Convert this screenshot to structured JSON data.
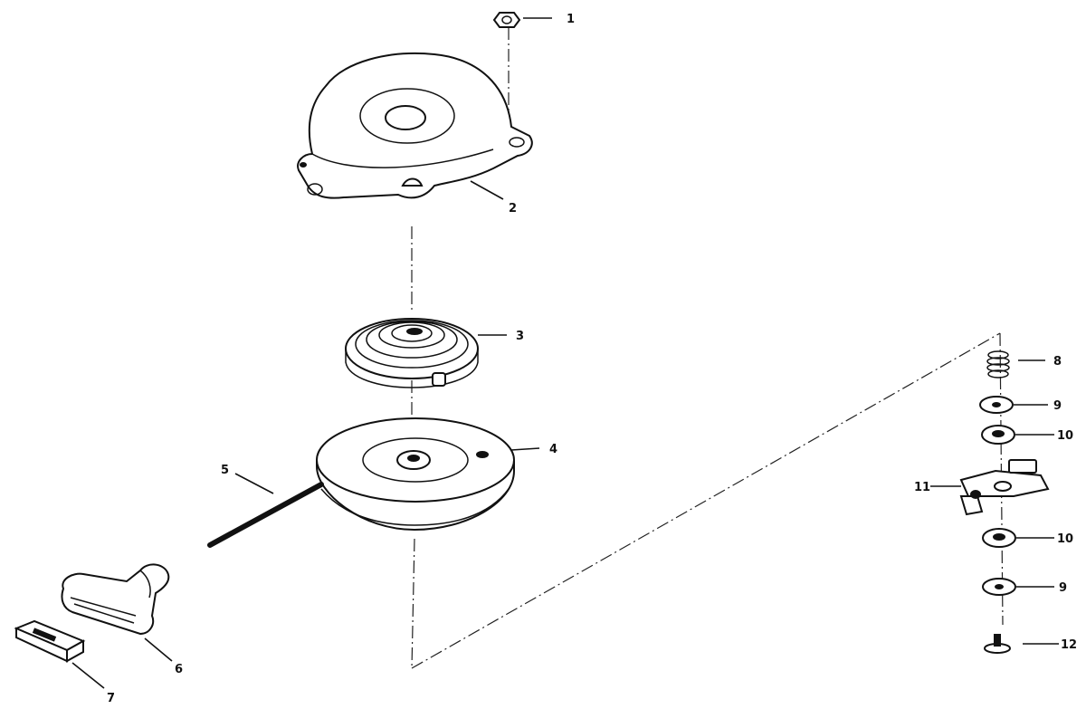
{
  "labels": {
    "p1": "1",
    "p2": "2",
    "p3": "3",
    "p4": "4",
    "p5": "5",
    "p6": "6",
    "p7": "7",
    "p8": "8",
    "p9a": "9",
    "p10a": "10",
    "p11": "11",
    "p10b": "10",
    "p9b": "9",
    "p12": "12"
  }
}
